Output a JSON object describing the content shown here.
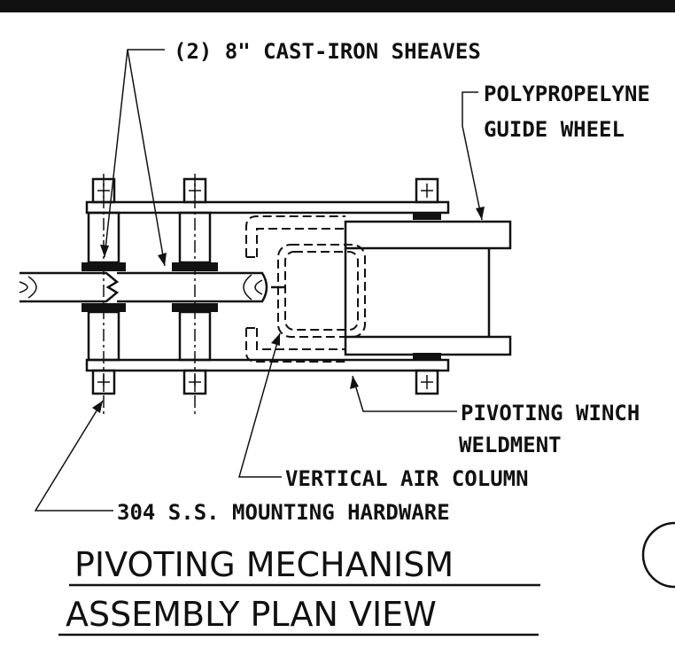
{
  "labels": {
    "sheaves": "(2) 8\" CAST-IRON SHEAVES",
    "guide_wheel_line1": "POLYPROPELYNE",
    "guide_wheel_line2": "GUIDE WHEEL",
    "pivoting_line1": "PIVOTING WINCH",
    "pivoting_line2": "WELDMENT",
    "air_column": "VERTICAL AIR COLUMN",
    "hardware": "304 S.S. MOUNTING HARDWARE"
  },
  "title": {
    "line1": "PIVOTING MECHANISM",
    "line2": "ASSEMBLY PLAN VIEW"
  }
}
